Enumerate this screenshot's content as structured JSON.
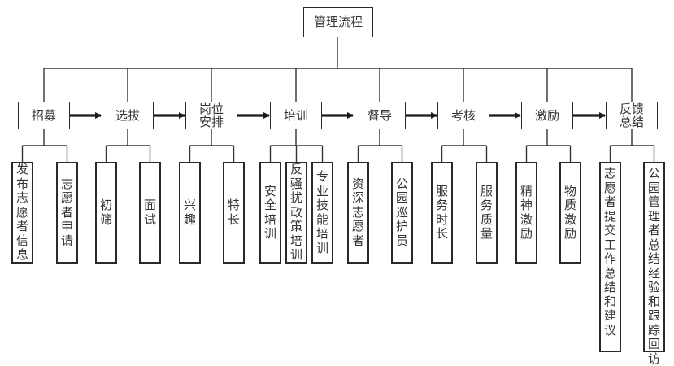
{
  "root": {
    "label": "管理流程"
  },
  "stages": [
    {
      "label": "招募",
      "children": [
        "发布志愿者信息",
        "志愿者申请"
      ]
    },
    {
      "label": "选拔",
      "children": [
        "初筛",
        "面试"
      ]
    },
    {
      "label": "岗位安排",
      "children": [
        "兴趣",
        "特长"
      ]
    },
    {
      "label": "培训",
      "children": [
        "安全培训",
        "反骚扰政策培训",
        "专业技能培训"
      ]
    },
    {
      "label": "督导",
      "children": [
        "资深志愿者",
        "公园巡护员"
      ]
    },
    {
      "label": "考核",
      "children": [
        "服务时长",
        "服务质量"
      ]
    },
    {
      "label": "激励",
      "children": [
        "精神激励",
        "物质激励"
      ]
    },
    {
      "label": "反馈总结",
      "children": [
        "志愿者提交工作总结和建议",
        "公园管理者总结经验和跟踪回访"
      ]
    }
  ],
  "colors": {
    "line": "#333333",
    "arrow": "#1a1a1a",
    "text": "#333333"
  }
}
